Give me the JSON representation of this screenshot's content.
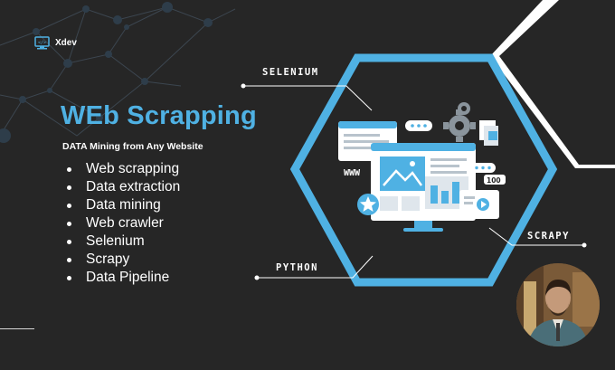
{
  "brand": {
    "name": "Xdev",
    "icon": "monitor-code-icon"
  },
  "title": "WEb Scrapping",
  "subtitle": "DATA Mining from Any Website",
  "features": [
    "Web scrapping",
    "Data extraction",
    "Data mining",
    "Web crawler",
    "Selenium",
    "Scrapy",
    "Data Pipeline"
  ],
  "labels": {
    "selenium": "SELENIUM",
    "scrapy": "SCRAPY",
    "python": "PYTHON"
  },
  "illustration": {
    "www": "WWW",
    "counter": "100"
  },
  "colors": {
    "background": "#262626",
    "accent": "#4fb1e3",
    "text": "#ffffff"
  }
}
